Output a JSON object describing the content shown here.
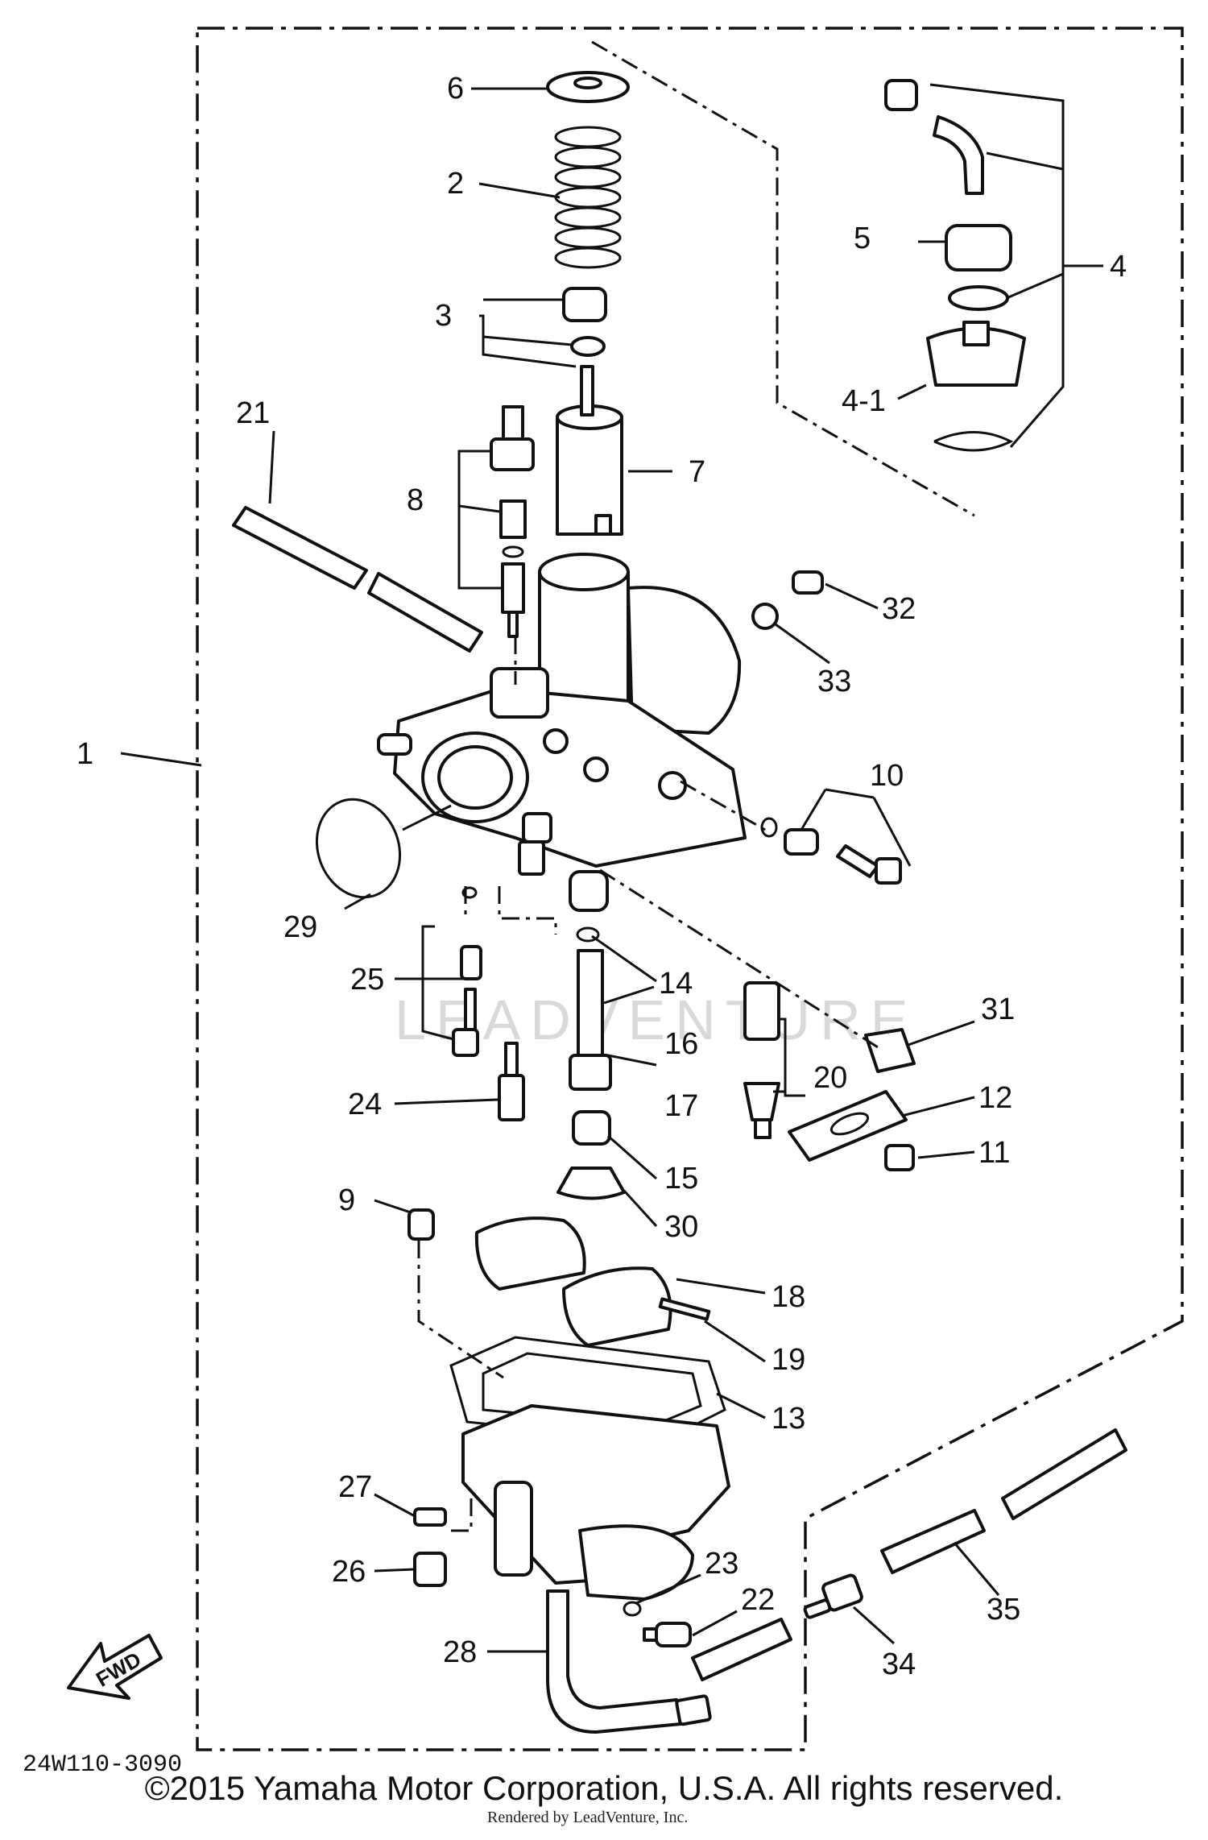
{
  "diagram": {
    "drawing_code": "24W110-3090",
    "direction_label": "FWD",
    "watermark": "LEADVENTURE",
    "copyright": "©2015 Yamaha Motor Corporation, U.S.A. All rights reserved.",
    "rendered_by": "Rendered by LeadVenture, Inc."
  },
  "callouts": [
    "1",
    "2",
    "3",
    "4",
    "4-1",
    "5",
    "6",
    "7",
    "8",
    "9",
    "10",
    "11",
    "12",
    "13",
    "14",
    "15",
    "16",
    "17",
    "18",
    "19",
    "20",
    "21",
    "22",
    "23",
    "24",
    "25",
    "26",
    "27",
    "28",
    "29",
    "30",
    "31",
    "32",
    "33",
    "34",
    "35"
  ],
  "colors": {
    "ink": "#111111",
    "paper": "#ffffff",
    "watermark": "#d9d9d9"
  },
  "icons": [
    "fwd-arrow-icon"
  ]
}
